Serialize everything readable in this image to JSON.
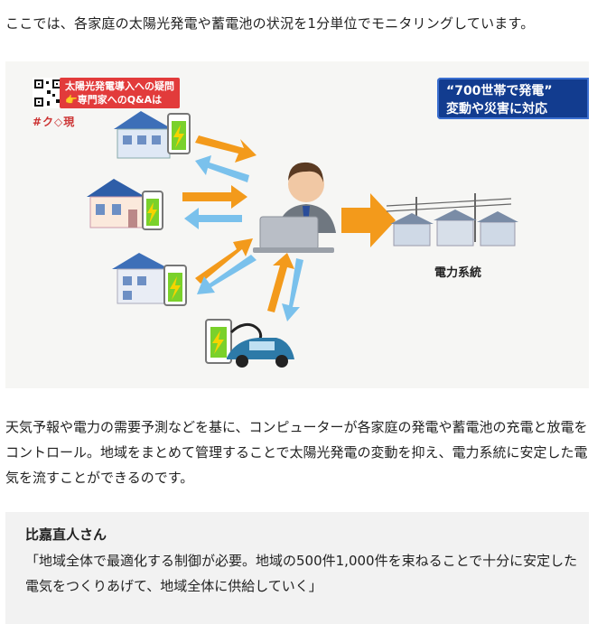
{
  "intro": "ここでは、各家庭の太陽光発電や蓄電池の状況を1分単位でモニタリングしています。",
  "figure": {
    "badge_line1": "太陽光発電導入への疑問",
    "badge_line2": "👉専門家へのQ&Aは",
    "kurogen": "#ク◇現",
    "banner_line1": "“700世帯で発電”",
    "banner_line2": "変動や災害に対応",
    "grid_label": "電力系統"
  },
  "body_text": "天気予報や電力の需要予測などを基に、コンピューターが各家庭の発電や蓄電池の充電と放電をコントロール。地域をまとめて管理することで太陽光発電の変動を抑え、電力系統に安定した電気を流すことができるのです。",
  "quote": {
    "name": "比嘉直人さん",
    "text": "「地域全体で最適化する制御が必要。地域の500件1,000件を束ねることで十分に安定した電気をつくりあげて、地域全体に供給していく」"
  }
}
